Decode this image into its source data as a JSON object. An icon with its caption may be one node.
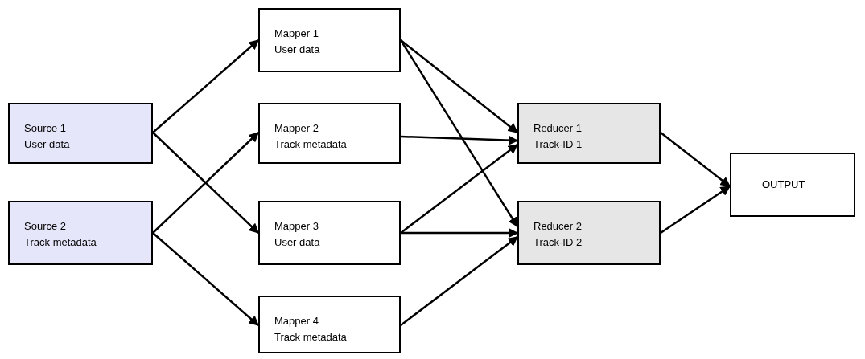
{
  "diagram": {
    "nodes": [
      {
        "text": [
          "Source 1",
          "User data"
        ]
      },
      {
        "text": [
          "Source 2",
          "Track metadata"
        ]
      },
      {
        "text": [
          "Mapper 1",
          "User data"
        ]
      },
      {
        "text": [
          "Mapper 2",
          "Track metadata"
        ]
      },
      {
        "text": [
          "Mapper 3",
          "User data"
        ]
      },
      {
        "text": [
          "Mapper 4",
          "Track metadata"
        ]
      },
      {
        "text": [
          "Reducer 1",
          "Track-ID 1"
        ]
      },
      {
        "text": [
          "Reducer 2",
          "Track-ID 2"
        ]
      },
      {
        "text": [
          "OUTPUT"
        ]
      }
    ],
    "edges": [
      {
        "from": 0,
        "to": 2,
        "arrow": "to"
      },
      {
        "from": 0,
        "to": 4,
        "arrow": "to"
      },
      {
        "from": 1,
        "to": 3,
        "arrow": "to"
      },
      {
        "from": 1,
        "to": 5,
        "arrow": "to"
      },
      {
        "from": 2,
        "to": 6,
        "arrow": "to"
      },
      {
        "from": 2,
        "to": 7,
        "arrow": "to"
      },
      {
        "from": 3,
        "to": 6,
        "arrow": "to"
      },
      {
        "from": 4,
        "to": 6,
        "arrow": "to"
      },
      {
        "from": 4,
        "to": 7,
        "arrow": "to"
      },
      {
        "from": 5,
        "to": 7,
        "arrow": "to"
      },
      {
        "from": 6,
        "to": 8,
        "arrow": "to"
      },
      {
        "from": 7,
        "to": 8,
        "arrow": "to"
      }
    ]
  }
}
